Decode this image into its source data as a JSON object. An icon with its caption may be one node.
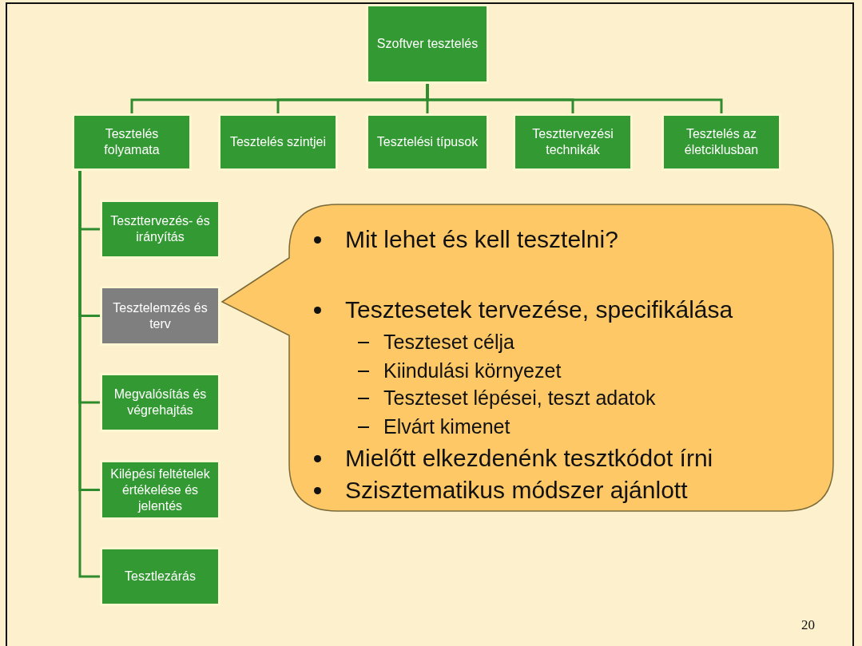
{
  "diagram": {
    "nodes": [
      {
        "text": [
          "Szoftver tesztelés"
        ]
      },
      {
        "text": [
          "Tesztelés folyamata"
        ]
      },
      {
        "text": [
          "Tesztelés szintjei"
        ]
      },
      {
        "text": [
          "Tesztelési típusok"
        ]
      },
      {
        "text": [
          "Teszttervezési technikák"
        ]
      },
      {
        "text": [
          "Tesztelés az életciklusban"
        ]
      },
      {
        "text": [
          "Teszttervezés- és irányítás"
        ]
      },
      {
        "text": [
          "Tesztelemzés és terv"
        ]
      },
      {
        "text": [
          "Megvalósítás és végrehajtás"
        ]
      },
      {
        "text": [
          "Kilépési feltételek értékelése és jelentés"
        ]
      },
      {
        "text": [
          "Tesztlezárás"
        ]
      },
      {
        "text": [
          "Mit lehet és kell tesztelni?",
          "Tesztesetek tervezése, specifikálása",
          "Teszteset célja",
          "Kiindulási környezet",
          "Teszteset lépései, teszt adatok",
          "Elvárt kimenet",
          "Mielőtt elkezdenénk tesztkódot írni",
          "Szisztematikus módszer ajánlott"
        ]
      }
    ],
    "edges": [
      {
        "from": 0,
        "to": 1,
        "arrow": "none"
      },
      {
        "from": 0,
        "to": 2,
        "arrow": "none"
      },
      {
        "from": 0,
        "to": 3,
        "arrow": "none"
      },
      {
        "from": 0,
        "to": 4,
        "arrow": "none"
      },
      {
        "from": 0,
        "to": 5,
        "arrow": "none"
      },
      {
        "from": 1,
        "to": 6,
        "arrow": "none"
      },
      {
        "from": 1,
        "to": 7,
        "arrow": "none"
      },
      {
        "from": 1,
        "to": 8,
        "arrow": "none"
      },
      {
        "from": 1,
        "to": 9,
        "arrow": "none"
      },
      {
        "from": 1,
        "to": 10,
        "arrow": "none"
      }
    ],
    "labels": [
      "20"
    ]
  }
}
